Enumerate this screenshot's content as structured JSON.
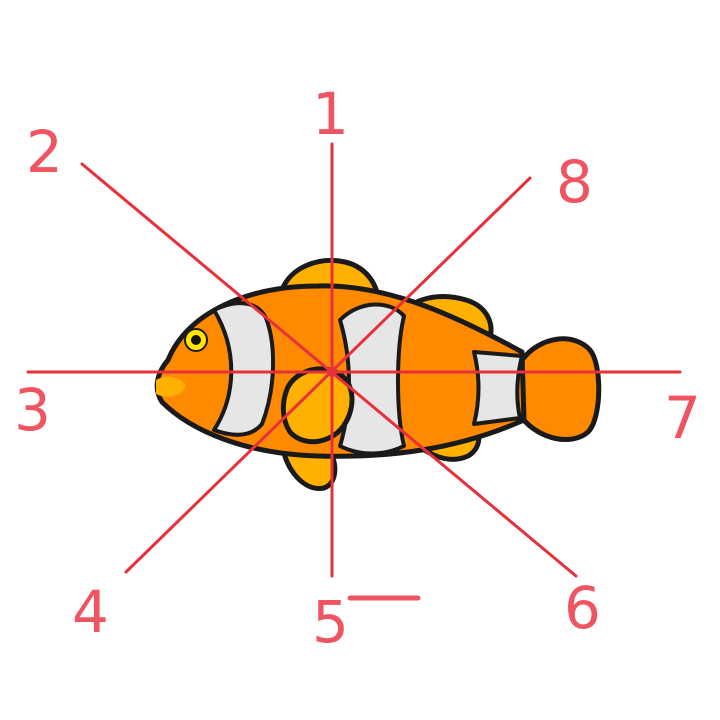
{
  "labels": {
    "top": "1",
    "top_left": "2",
    "left": "3",
    "bottom_left": "4",
    "bottom": "5",
    "bottom_right": "6",
    "right": "7",
    "top_right": "8"
  },
  "subject": {
    "icon": "clownfish",
    "colors": {
      "body": "#ff8a00",
      "fin": "#ffb000",
      "stripe": "#e6e6e6",
      "outline": "#1a1a1a",
      "ray": "#e8303a",
      "label": "#ee5560"
    }
  }
}
